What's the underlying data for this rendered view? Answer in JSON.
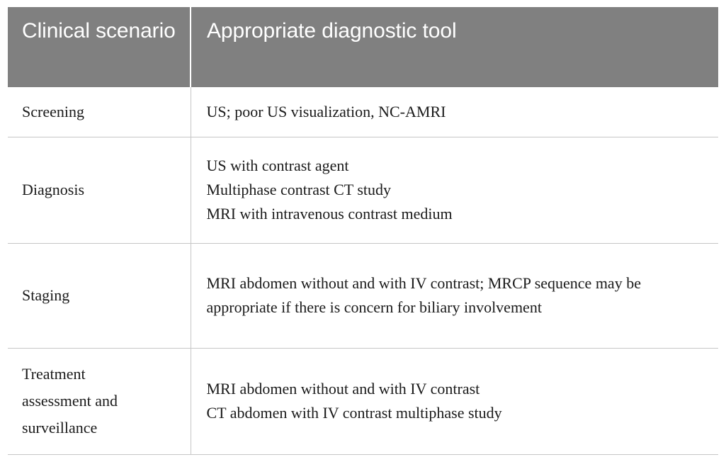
{
  "table": {
    "header": {
      "scenario": "Clinical scenario",
      "tool": "Appropriate diagnostic tool",
      "background_color": "#808080",
      "text_color": "#ffffff"
    },
    "border_color": "#c6c6c6",
    "body_text_color": "#1a1a1a",
    "columns": [
      "Clinical scenario",
      "Appropriate diagnostic tool"
    ],
    "rows": [
      {
        "scenario": "Screening",
        "scenario_lines": [
          "Screening"
        ],
        "tool_lines": [
          "US; poor US visualization, NC-AMRI"
        ]
      },
      {
        "scenario": "Diagnosis",
        "scenario_lines": [
          "Diagnosis"
        ],
        "tool_lines": [
          "US with contrast agent",
          "Multiphase contrast CT study",
          "MRI with intravenous contrast medium"
        ]
      },
      {
        "scenario": "Staging",
        "scenario_lines": [
          "Staging"
        ],
        "tool_lines": [
          "MRI abdomen without and with IV contrast; MRCP sequence may be appropriate if there is concern for biliary involvement"
        ]
      },
      {
        "scenario": "Treatment assessment and surveillance",
        "scenario_lines": [
          "Treatment",
          "assessment and",
          "surveillance"
        ],
        "tool_lines": [
          "MRI abdomen without and with IV contrast",
          "CT abdomen with IV contrast multiphase study"
        ]
      }
    ]
  }
}
